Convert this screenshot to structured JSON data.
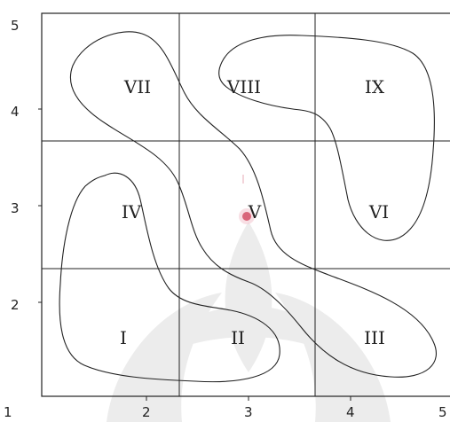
{
  "axes": {
    "x_ticks": [
      "1",
      "2",
      "3",
      "4",
      "5"
    ],
    "y_ticks": [
      "2",
      "3",
      "4",
      "5"
    ]
  },
  "cells": [
    {
      "id": "I",
      "label": "I"
    },
    {
      "id": "II",
      "label": "II"
    },
    {
      "id": "III",
      "label": "III"
    },
    {
      "id": "IV",
      "label": "IV"
    },
    {
      "id": "V",
      "label": "V"
    },
    {
      "id": "VI",
      "label": "VI"
    },
    {
      "id": "VII",
      "label": "VII"
    },
    {
      "id": "VIII",
      "label": "VIII"
    },
    {
      "id": "IX",
      "label": "IX"
    }
  ],
  "center_marker": {
    "color": "#d9667a"
  },
  "watermark": {
    "color": "#e9e9e9"
  }
}
